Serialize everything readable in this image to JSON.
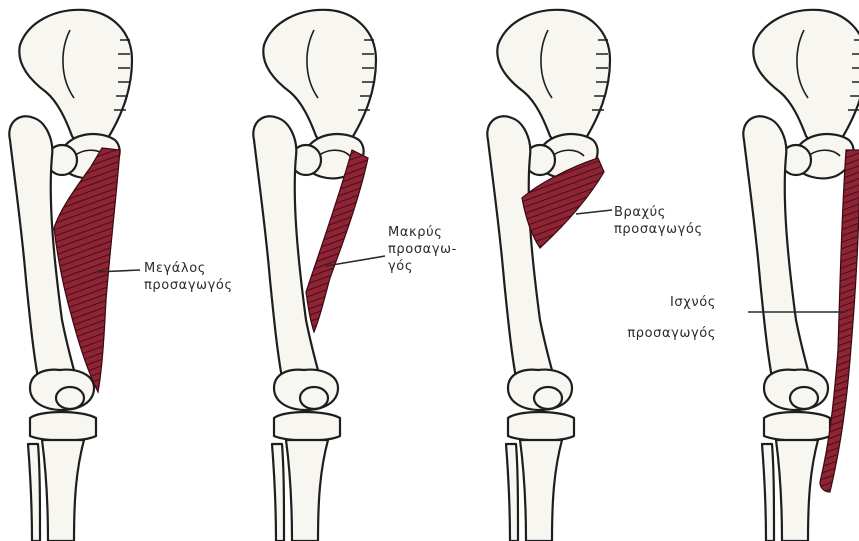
{
  "colors": {
    "muscle": "#8e2434",
    "muscle_stripe": "#4a0f19",
    "bone_fill": "#f7f6f1",
    "outline": "#1e1e1e",
    "label": "#2a2a2a"
  },
  "labels": {
    "adductor_magnus": {
      "line1": "Μεγάλος",
      "line2": "προσαγωγός"
    },
    "adductor_longus": {
      "line1": "Μακρύς",
      "line2": "προσαγω-",
      "line3": "γός"
    },
    "adductor_brevis": {
      "line1": "Βραχύς",
      "line2": "προσαγωγός"
    },
    "gracilis": {
      "line1": "Ισχνός",
      "line2": "προσαγωγός"
    }
  }
}
